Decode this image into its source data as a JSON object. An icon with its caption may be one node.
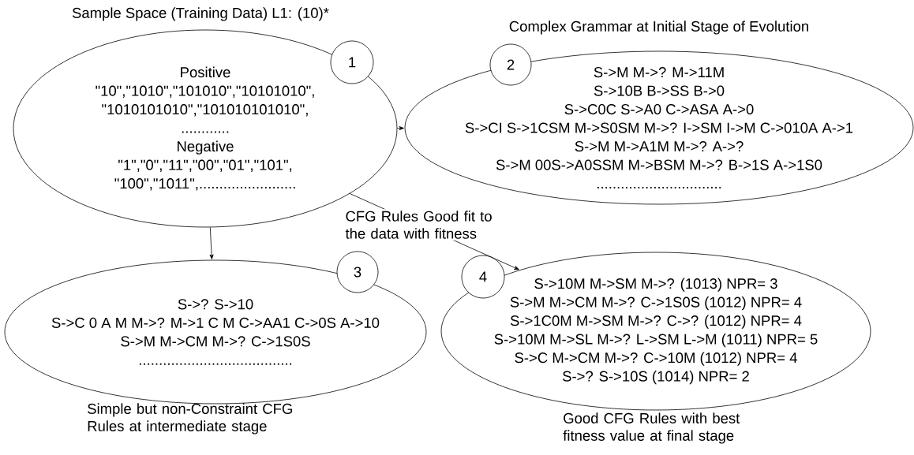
{
  "diagram": {
    "nodes": [
      {
        "text": [
          "Positive",
          "\"10\",\"1010\",\"101010\",\"10101010\",",
          "\"1010101010\",\"101010101010\",",
          "............",
          "Negative",
          "\"1\",\"0\",\"11\",\"00\",\"01\",\"101\",",
          "\"100\",\"1011\",........................"
        ],
        "beside": [
          "Sample Space (Training Data) L1: (10)*"
        ]
      },
      {
        "text": [
          "1"
        ]
      },
      {
        "text": [
          "S->M M->? M->11M",
          "S->10B B->SS B->0",
          "S->C0C S->A0 C->ASA A->0",
          "S->CI S->1CSM M->S0SM M->? I->SM I->M C->010A A->1",
          "S->M M->A1M M->? A->?",
          "S->M 00S->A0SSM M->BSM M->? B->1S A->1S0",
          "..............................."
        ],
        "beside": [
          "Complex Grammar at Initial Stage of Evolution"
        ]
      },
      {
        "text": [
          "2"
        ]
      },
      {
        "text": [
          "S->? S->10",
          "S->C 0 A M M->? M->1 C M C->AA1 C->0S A->10",
          "S->M M->CM M->? C->1S0S",
          "......................................"
        ],
        "beside": [
          "Simple but non-Constraint CFG Rules at intermediate stage"
        ]
      },
      {
        "text": [
          "3"
        ]
      },
      {
        "text": [
          "S->10M M->SM M->? (1013) NPR= 3",
          "S->M M->CM M->? C->1S0S (1012) NPR= 4",
          "S->1C0M M->SM M->? C->? (1012) NPR= 4",
          "S->10M M->SL M->? L->SM L->M (1011) NPR= 5",
          "S->C M->CM M->? C->10M (1012) NPR= 4",
          "S->? S->10S (1014) NPR= 2"
        ],
        "beside": [
          "Good CFG Rules with best fitness value at final stage"
        ]
      },
      {
        "text": [
          "4"
        ]
      }
    ],
    "edges": [
      {
        "from": 0,
        "to": 2,
        "arrow": "to"
      },
      {
        "from": 0,
        "to": 4,
        "arrow": "to"
      },
      {
        "from": 0,
        "to": 6,
        "arrow": "to",
        "label": "CFG Rules Good fit to the data with fitness"
      }
    ]
  }
}
